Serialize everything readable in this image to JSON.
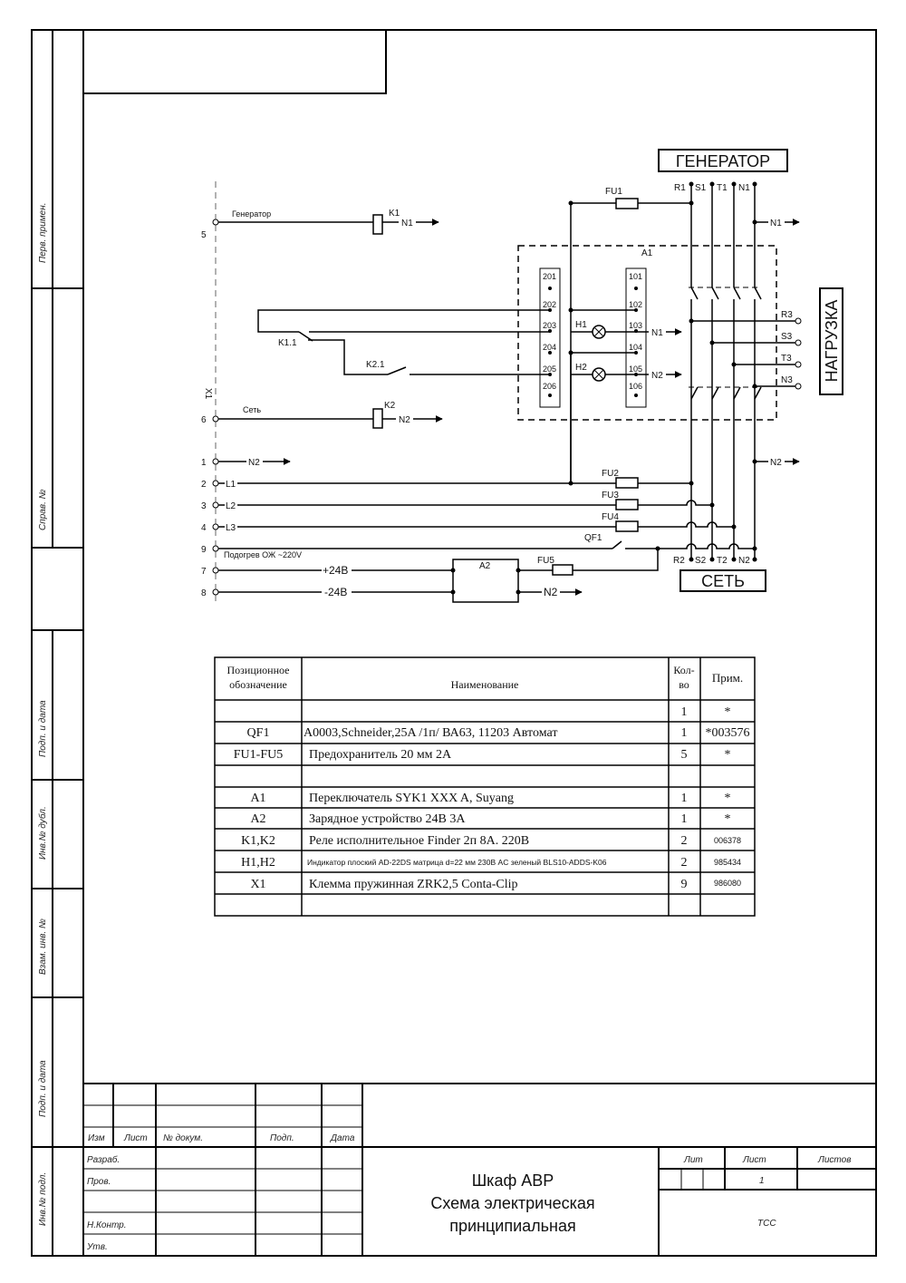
{
  "side_labels": {
    "perv_primen": "Перв. примен.",
    "sprav_no": "Справ. №",
    "podp_data_1": "Подп. и дата",
    "inv_dubl": "Инв.№ дубл.",
    "vzam_inv": "Взам. инв. №",
    "podp_data_2": "Подп. и дата",
    "inv_podl": "Инв.№ подл."
  },
  "schematic": {
    "generator_box": "ГЕНЕРАТОР",
    "set_box": "СЕТЬ",
    "nagruzka_box": "НАГРУЗКА",
    "terminal_strip": "X1",
    "phases_top": [
      "R1",
      "S1",
      "T1",
      "N1"
    ],
    "phases_bottom": [
      "R2",
      "S2",
      "T2",
      "N2"
    ],
    "outputs": [
      "R3",
      "S3",
      "T3",
      "N3"
    ],
    "terminals": [
      {
        "num": "5",
        "label": "Генератор"
      },
      {
        "num": "6",
        "label": "Сеть"
      },
      {
        "num": "1",
        "label": ""
      },
      {
        "num": "2",
        "label": "L1"
      },
      {
        "num": "3",
        "label": "L2"
      },
      {
        "num": "4",
        "label": "L3"
      },
      {
        "num": "9",
        "label": "Подогрев ОЖ ~220V"
      },
      {
        "num": "7",
        "label": "+24В"
      },
      {
        "num": "8",
        "label": "-24В"
      }
    ],
    "relays": {
      "k1": "K1",
      "k2": "K2",
      "k11": "K1.1",
      "k21": "K2.1"
    },
    "n1": "N1",
    "n2": "N2",
    "fuses": [
      "FU1",
      "FU2",
      "FU3",
      "FU4",
      "FU5"
    ],
    "qf1": "QF1",
    "a1": "A1",
    "a2": "A2",
    "a1_left": [
      "201",
      "202",
      "203",
      "204",
      "205",
      "206"
    ],
    "a1_right": [
      "101",
      "102",
      "103",
      "104",
      "105",
      "106"
    ],
    "h1": "H1",
    "h2": "H2"
  },
  "table": {
    "headers": {
      "pos": [
        "Позиционное",
        "обозначение"
      ],
      "name": "Наименование",
      "qty": [
        "Кол-",
        "во"
      ],
      "note": "Прим."
    },
    "rows": [
      {
        "pos": "",
        "name": "",
        "qty": "1",
        "note": "*"
      },
      {
        "pos": "QF1",
        "name": "A0003,Schneider,25A /1п/ ВА63, 11203 Автомат",
        "qty": "1",
        "note": "*003576"
      },
      {
        "pos": "FU1-FU5",
        "name": "Предохранитель 20 мм 2А",
        "qty": "5",
        "note": "*"
      },
      {
        "pos": "",
        "name": "",
        "qty": "",
        "note": ""
      },
      {
        "pos": "A1",
        "name": "Переключатель SYK1 XXX A, Suyang",
        "qty": "1",
        "note": "*"
      },
      {
        "pos": "A2",
        "name": "Зарядное устройство 24В 3А",
        "qty": "1",
        "note": "*"
      },
      {
        "pos": "K1,K2",
        "name": "Реле исполнительное Finder 2п 8А. 220В",
        "qty": "2",
        "note": "006378"
      },
      {
        "pos": "H1,H2",
        "name": "Индикатор плоский AD-22DS матрица d=22 мм 230В AC зеленый BLS10-ADDS-K06",
        "qty": "2",
        "note": "985434"
      },
      {
        "pos": "X1",
        "name": "Клемма пружинная ZRK2,5 Conta-Clip",
        "qty": "9",
        "note": "986080"
      },
      {
        "pos": "",
        "name": "",
        "qty": "",
        "note": ""
      }
    ]
  },
  "title_block": {
    "col_izm": "Изм",
    "col_list": "Лист",
    "col_dokum": "№ докум.",
    "col_podp": "Подп.",
    "col_data": "Дата",
    "razrab": "Разраб.",
    "prov": "Пров.",
    "nkontr": "Н.Контр.",
    "utv": "Утв.",
    "lit": "Лит",
    "list": "Лист",
    "listov": "Листов",
    "sheet": "1",
    "title_1": "Шкаф АВР",
    "title_2": "Схема электрическая",
    "title_3": "принципиальная",
    "org": "ТСС"
  }
}
